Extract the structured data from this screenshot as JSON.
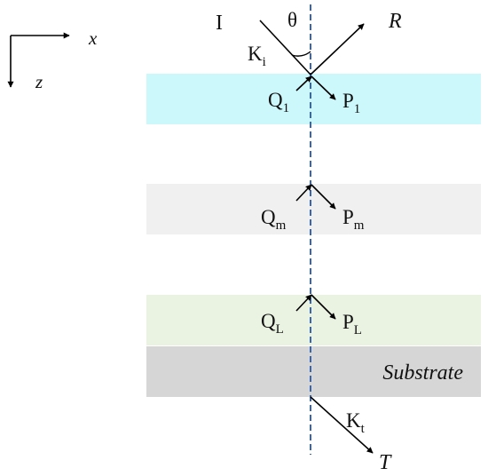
{
  "axes": {
    "x_label": "x",
    "z_label": "z"
  },
  "beams": {
    "incident": "I",
    "reflected": "R",
    "transmitted": "T",
    "angle": "θ",
    "k_incident": {
      "main": "K",
      "sub": "i"
    },
    "k_transmitted": {
      "main": "K",
      "sub": "t"
    }
  },
  "layers": [
    {
      "q_main": "Q",
      "q_sub": "1",
      "p_main": "P",
      "p_sub": "1",
      "color": "#ccf7fb"
    },
    {
      "q_main": "Q",
      "q_sub": "m",
      "p_main": "P",
      "p_sub": "m",
      "color": "#f0f0f0"
    },
    {
      "q_main": "Q",
      "q_sub": "L",
      "p_main": "P",
      "p_sub": "L",
      "color": "#eaf3e2"
    }
  ],
  "substrate": {
    "label": "Substrate",
    "color": "#d6d6d6"
  },
  "colors": {
    "normal_line": "#3a66b0",
    "arrows": "#000000"
  }
}
